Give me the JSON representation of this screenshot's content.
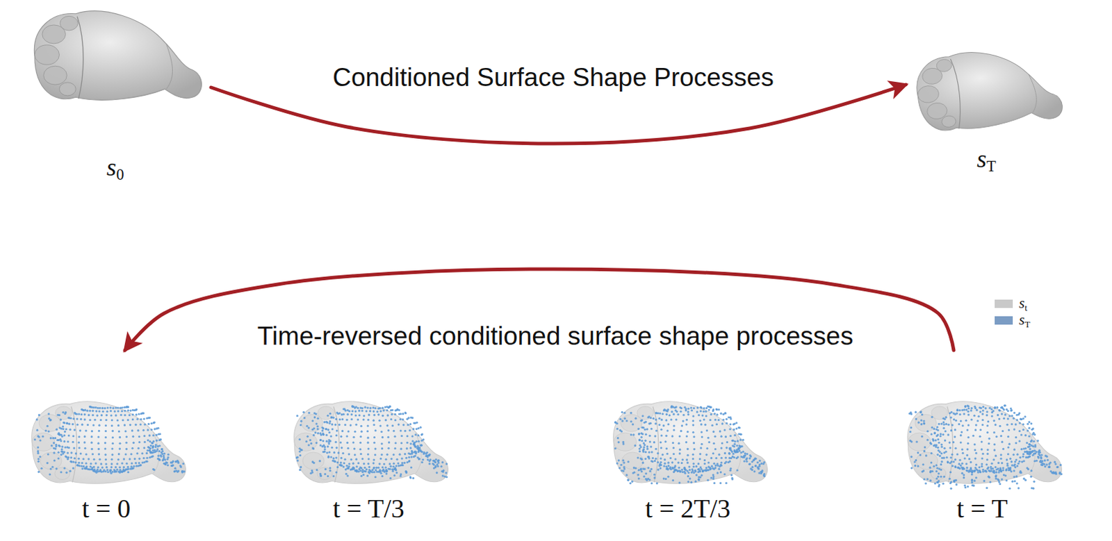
{
  "diagram": {
    "nodes": [
      {
        "text": [
          "s0"
        ]
      },
      {
        "text": [
          "sT"
        ]
      },
      {
        "text": [
          "t = 0"
        ]
      },
      {
        "text": [
          "t = T/3"
        ]
      },
      {
        "text": [
          "t = 2T/3"
        ]
      },
      {
        "text": [
          "t = T"
        ]
      }
    ],
    "edges": [
      {
        "from": 0,
        "to": 1,
        "arrow": "to",
        "label": "Conditioned Surface Shape Processes"
      },
      {
        "from": 5,
        "to": 2,
        "arrow": "to",
        "label": "Time-reversed conditioned surface shape processes"
      }
    ],
    "legend": [
      {
        "text": "st",
        "color": "#c9c9c9"
      },
      {
        "text": "sT",
        "color": "#7b9cc4"
      }
    ]
  }
}
